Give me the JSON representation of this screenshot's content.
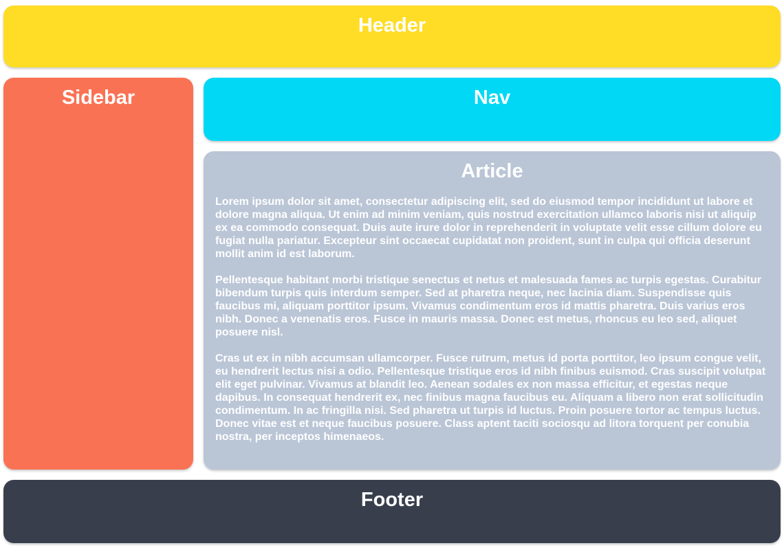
{
  "page": {
    "background": "#ffffff",
    "text_color": "#ffffff"
  },
  "header": {
    "title": "Header",
    "color": "#ffdd26"
  },
  "sidebar": {
    "title": "Sidebar",
    "color": "#fa7254"
  },
  "nav": {
    "title": "Nav",
    "color": "#00d8f5"
  },
  "article": {
    "title": "Article",
    "color": "#bac5d6",
    "paragraphs": [
      "Lorem ipsum dolor sit amet, consectetur adipiscing elit, sed do eiusmod tempor incididunt ut labore et dolore magna aliqua. Ut enim ad minim veniam, quis nostrud exercitation ullamco laboris nisi ut aliquip ex ea commodo consequat. Duis aute irure dolor in reprehenderit in voluptate velit esse cillum dolore eu fugiat nulla pariatur. Excepteur sint occaecat cupidatat non proident, sunt in culpa qui officia deserunt mollit anim id est laborum.",
      "Pellentesque habitant morbi tristique senectus et netus et malesuada fames ac turpis egestas. Curabitur bibendum turpis quis interdum semper. Sed at pharetra neque, nec lacinia diam. Suspendisse quis faucibus mi, aliquam porttitor ipsum. Vivamus condimentum eros id mattis pharetra. Duis varius eros nibh. Donec a venenatis eros. Fusce in mauris massa. Donec est metus, rhoncus eu leo sed, aliquet posuere nisl.",
      "Cras ut ex in nibh accumsan ullamcorper. Fusce rutrum, metus id porta porttitor, leo ipsum congue velit, eu hendrerit lectus nisi a odio. Pellentesque tristique eros id nibh finibus euismod. Cras suscipit volutpat elit eget pulvinar. Vivamus at blandit leo. Aenean sodales ex non massa efficitur, et egestas neque dapibus. In consequat hendrerit ex, nec finibus magna faucibus eu. Aliquam a libero non erat sollicitudin condimentum. In ac fringilla nisi. Sed pharetra ut turpis id luctus. Proin posuere tortor ac tempus luctus. Donec vitae est et neque faucibus posuere. Class aptent taciti sociosqu ad litora torquent per conubia nostra, per inceptos himenaeos."
    ]
  },
  "footer": {
    "title": "Footer",
    "color": "#383e4c"
  }
}
